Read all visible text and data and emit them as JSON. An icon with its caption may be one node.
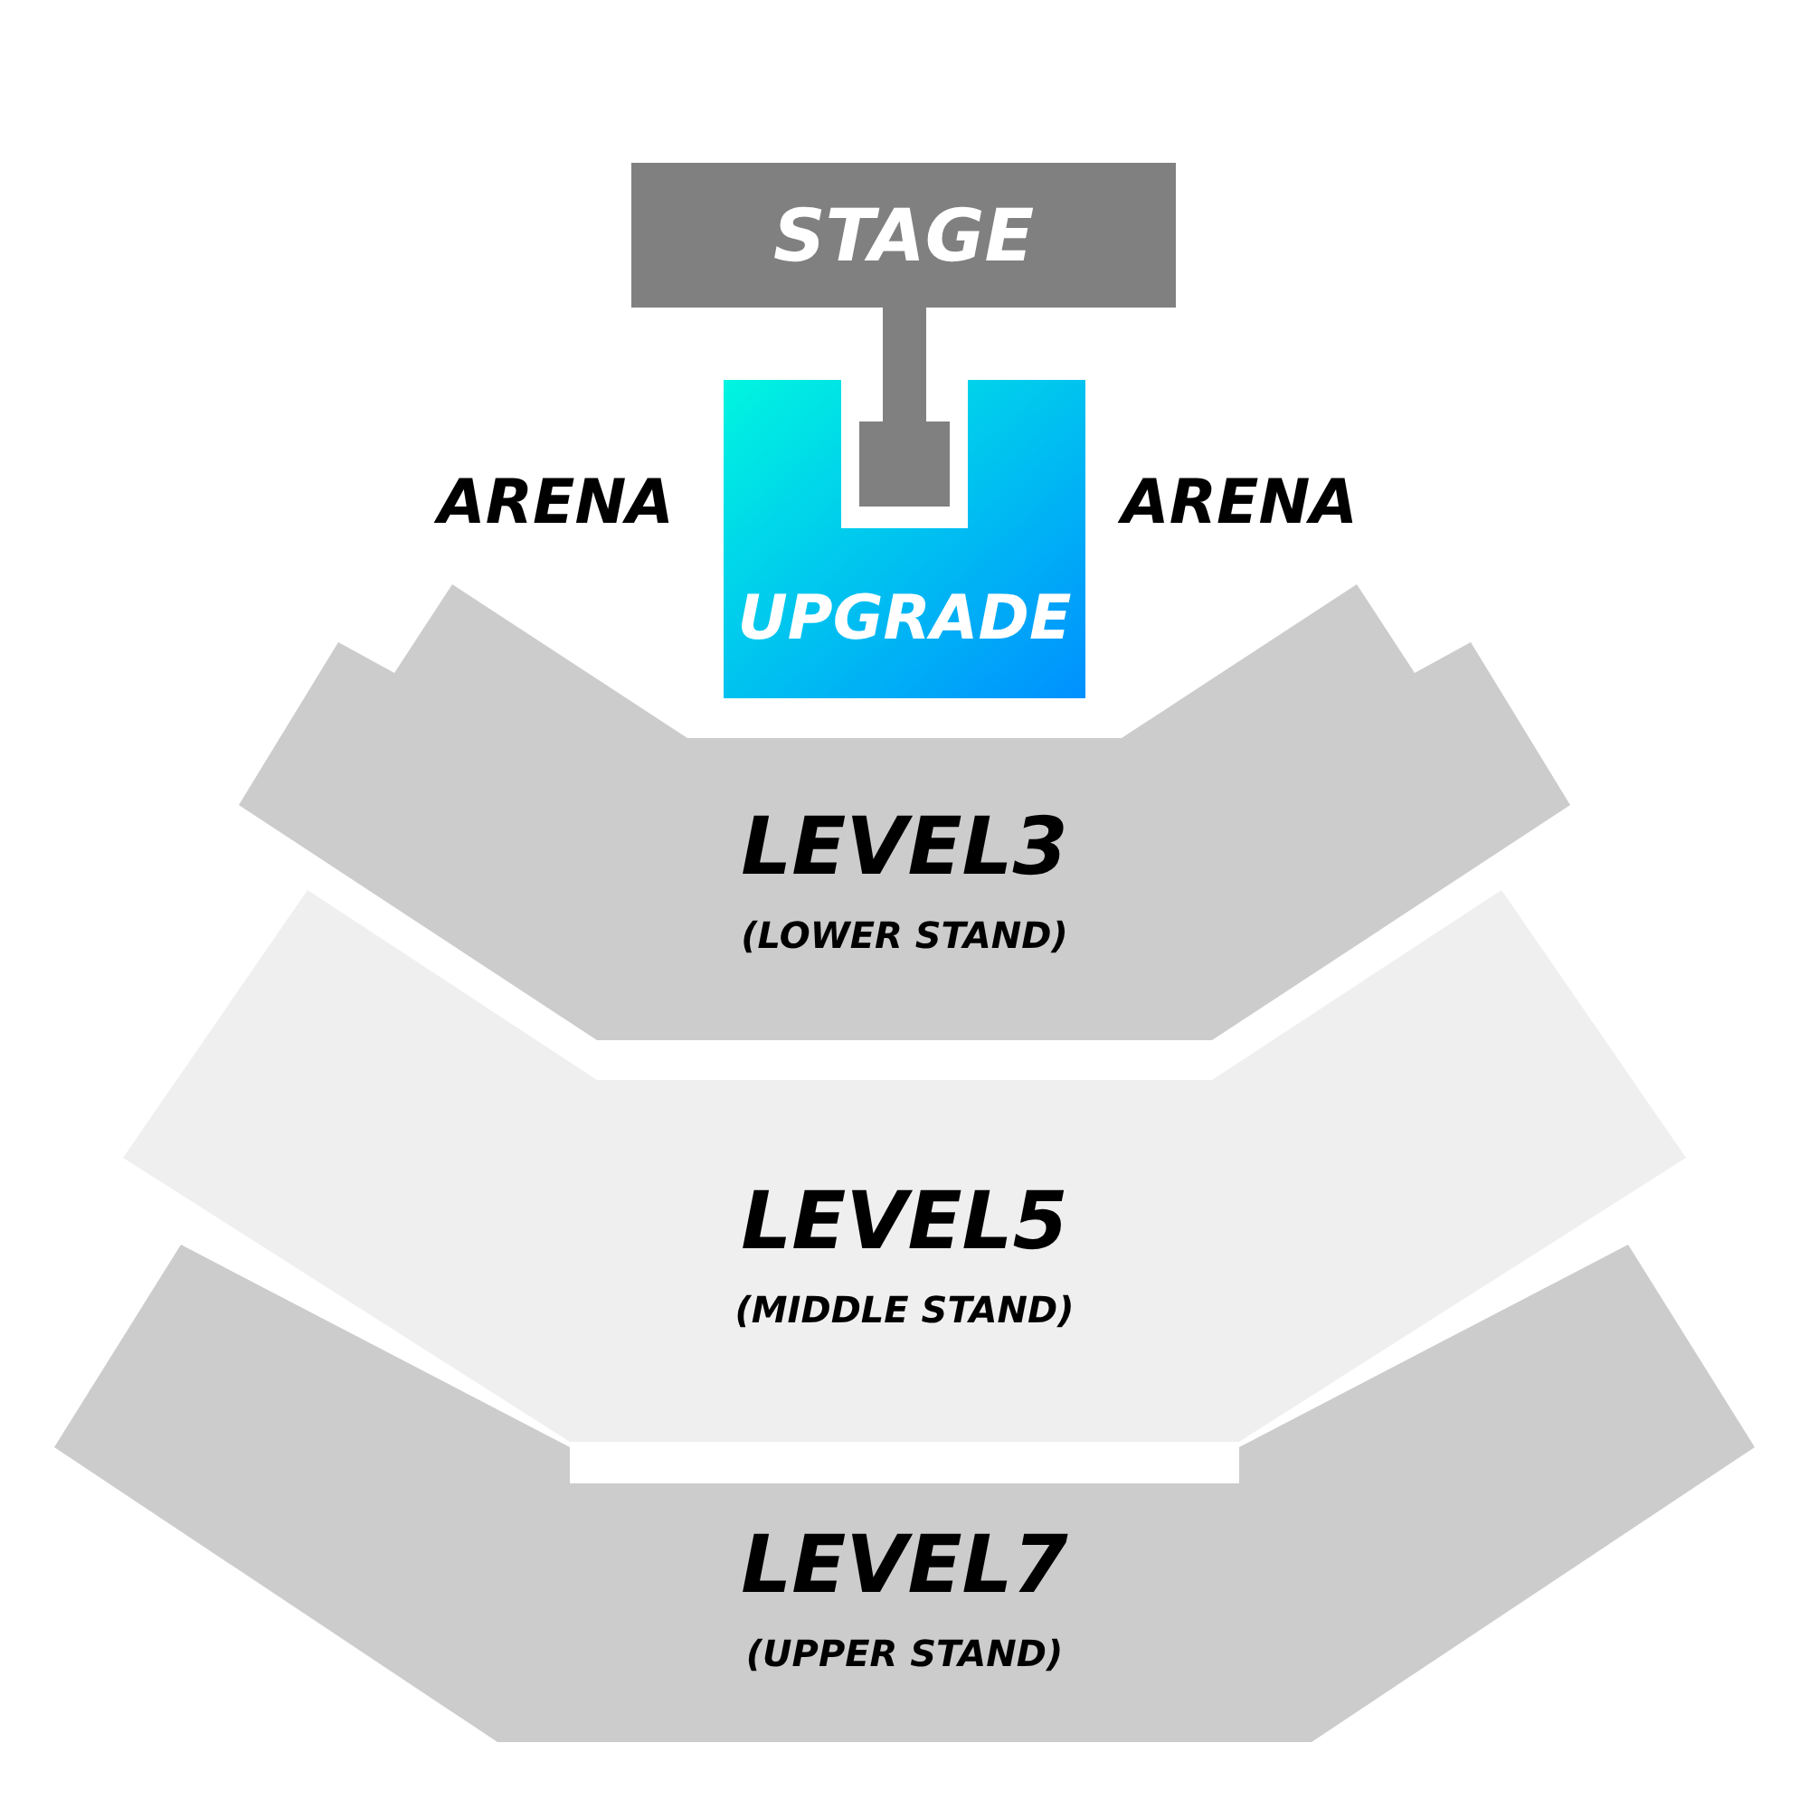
{
  "diagram": {
    "nodes": [
      {
        "text": [
          "STAGE"
        ]
      },
      {
        "text": [
          "UPGRADE"
        ]
      },
      {
        "text": [
          "LEVEL3",
          "(LOWER STAND)"
        ]
      },
      {
        "text": [
          "LEVEL5",
          "(MIDDLE STAND)"
        ]
      },
      {
        "text": [
          "LEVEL7",
          "(UPPER STAND)"
        ]
      }
    ],
    "edges": [],
    "labels": [
      "ARENA",
      "ARENA"
    ]
  }
}
